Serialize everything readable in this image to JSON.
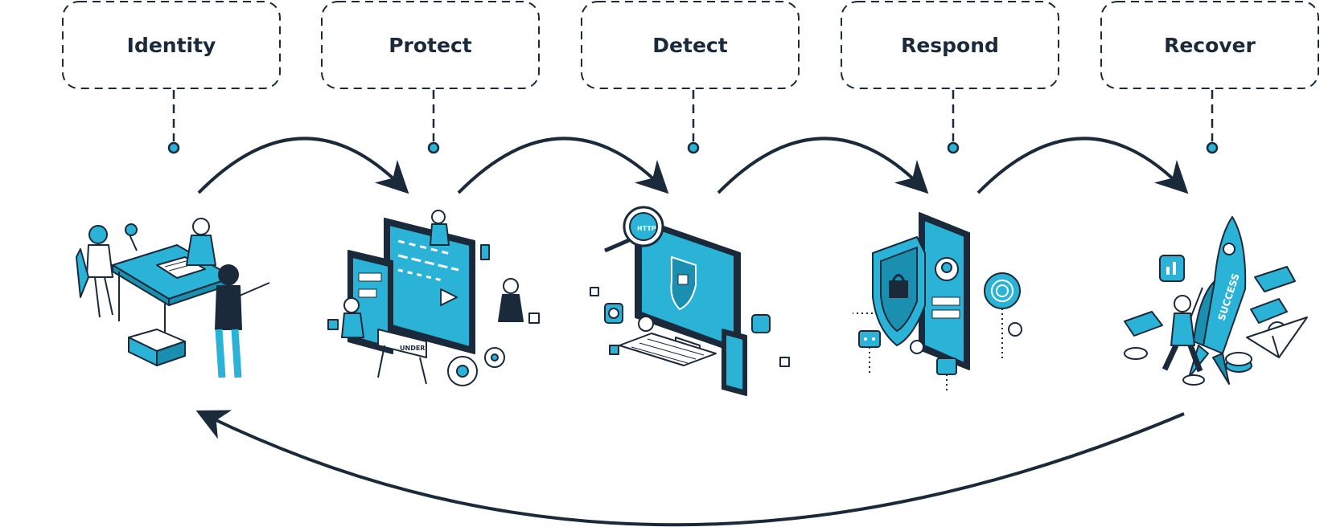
{
  "colors": {
    "ink": "#1b2a3a",
    "accent": "#2ab3d6",
    "accent_dark": "#1a8fb0",
    "background": "#ffffff"
  },
  "stages": [
    {
      "label": "Identity",
      "illustration": "team-planning-office-illustration"
    },
    {
      "label": "Protect",
      "illustration": "secured-monitor-construction-illustration"
    },
    {
      "label": "Detect",
      "illustration": "magnifier-search-computer-illustration"
    },
    {
      "label": "Respond",
      "illustration": "shield-phone-fingerprint-illustration"
    },
    {
      "label": "Recover",
      "illustration": "success-rocket-launch-illustration"
    }
  ],
  "illustrations": {
    "monitor_text": "HTTP",
    "roadblock_text": "UNDER",
    "rocket_text": "SUCCESS"
  }
}
